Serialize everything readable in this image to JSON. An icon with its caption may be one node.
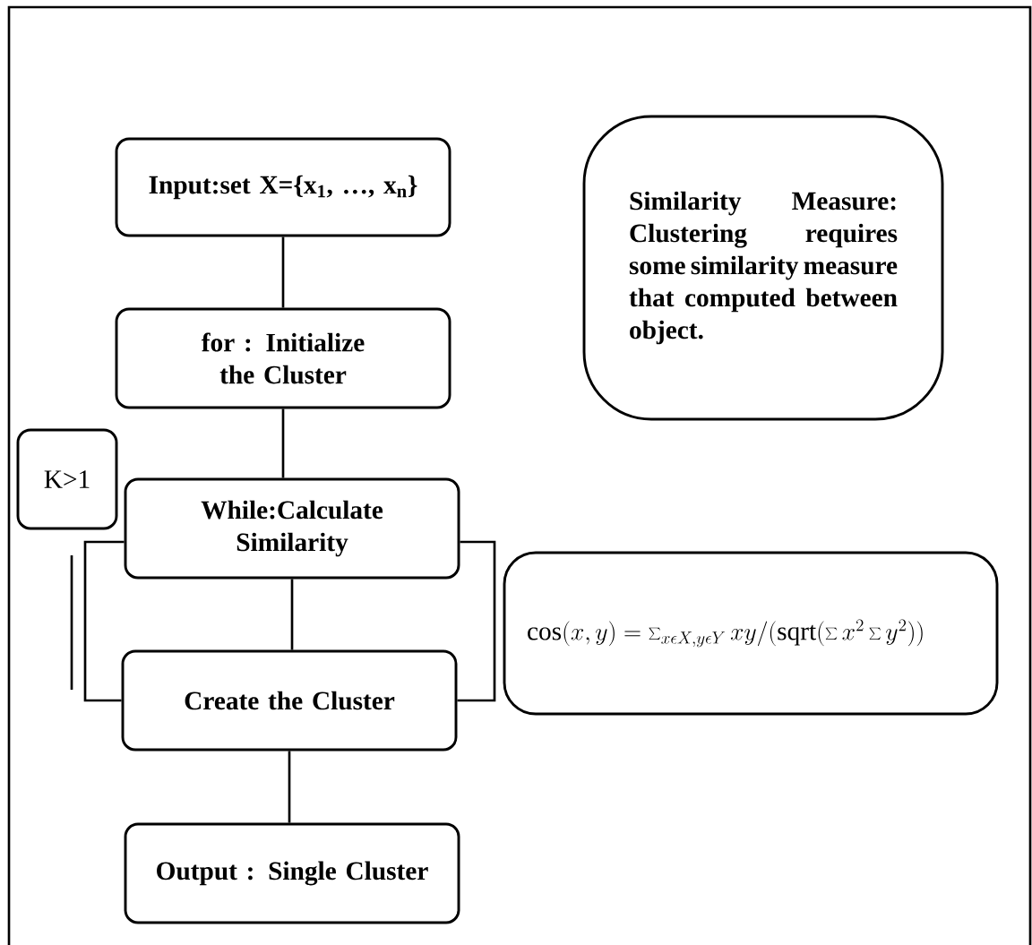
{
  "diagram": {
    "nodes": [
      {
        "text": [
          "Input:set X={x$_{1}$, …, x$_{n}$}"
        ]
      },
      {
        "text": [
          "for : Initialize the Cluster"
        ]
      },
      {
        "text": [
          "K>1"
        ]
      },
      {
        "text": [
          "While:Calculate Similarity"
        ]
      },
      {
        "text": [
          "Create the Cluster"
        ]
      },
      {
        "text": [
          "Output : Single Cluster"
        ]
      },
      {
        "text": [
          "Similarity Measure: Clustering requires some similarity measure that computed between object."
        ]
      },
      {
        "text": [
          "\\mathrm{cos}(x,y)=\\sum\\nolimits_{x \\epsilon X,y\\epsilon Y}xy/(\\mathrm{sqrt}(\\sum x^{2} \\sum y^{2}))"
        ]
      }
    ],
    "edges": [
      {
        "from": 0,
        "to": 1,
        "arrow": "none"
      },
      {
        "from": 1,
        "to": 3,
        "arrow": "none"
      },
      {
        "from": 3,
        "to": 4,
        "arrow": "none"
      },
      {
        "from": 4,
        "to": 5,
        "arrow": "none"
      },
      {
        "from": 3,
        "to": 4,
        "arrow": "none"
      },
      {
        "from": 3,
        "to": 4,
        "arrow": "none"
      }
    ]
  }
}
